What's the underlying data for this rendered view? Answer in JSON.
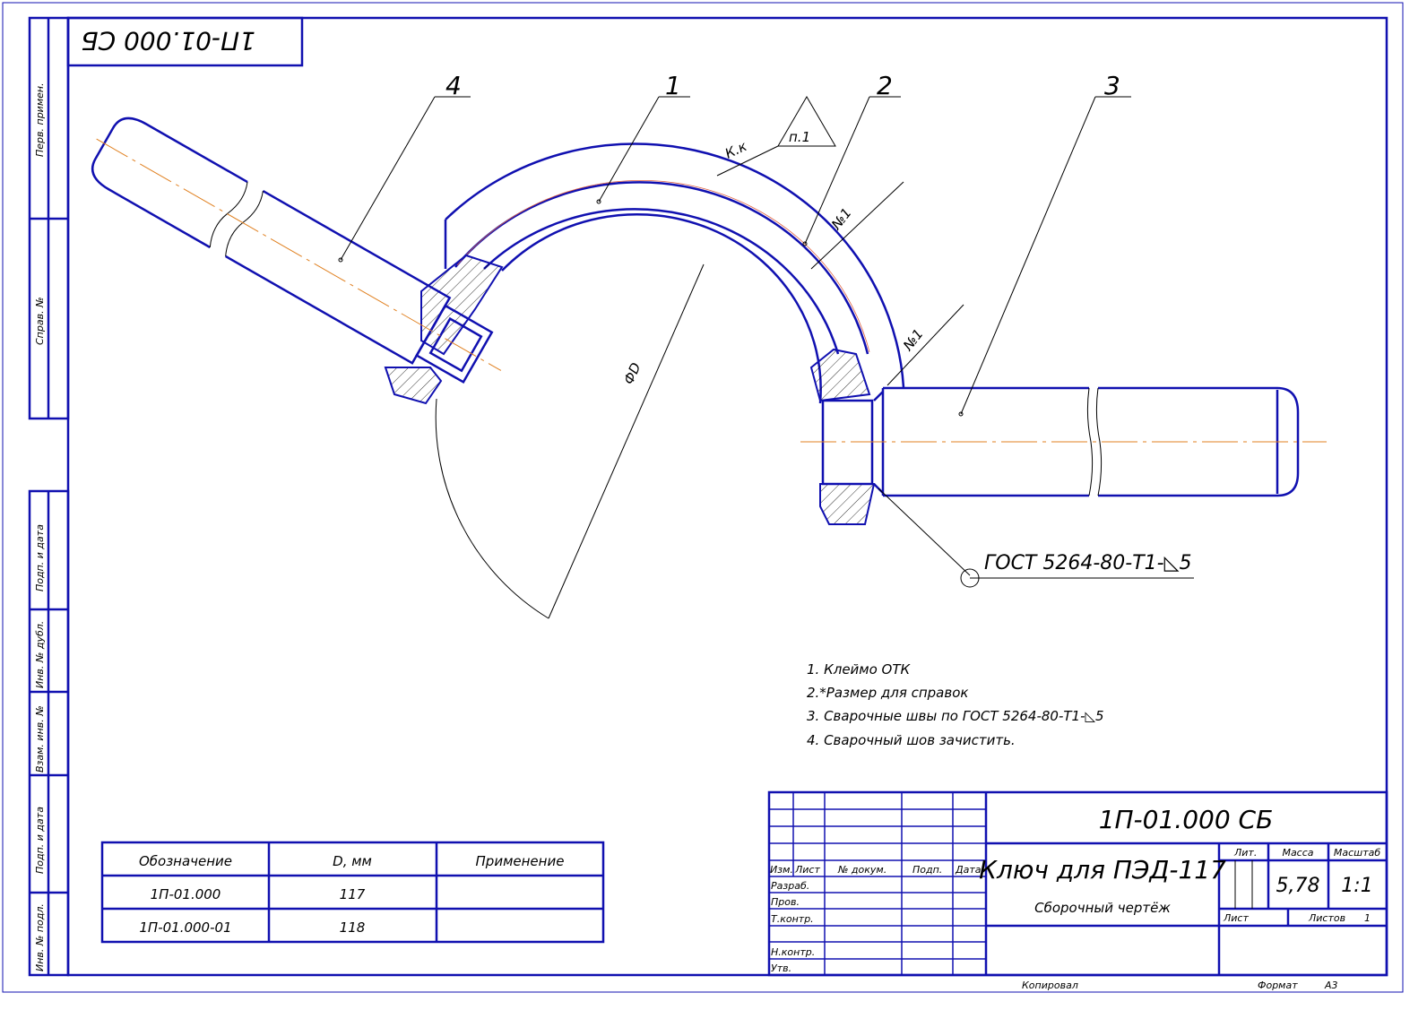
{
  "side_strip": {
    "upper": [
      "Перв. примен.",
      "Справ. №"
    ],
    "lower": [
      "Подп. и дата",
      "Инв. № дубл.",
      "Взам. инв. №",
      "Подп. и дата",
      "Инв. № подл."
    ]
  },
  "corner_designation": "1П-01.000 СБ",
  "callouts": {
    "part1": "1",
    "part2": "2",
    "part3": "3",
    "part4": "4",
    "stamp_mark": "К.к",
    "stamp_ref": "п.1",
    "weld1_top": "№1",
    "weld1_right": "№1",
    "diameter": "ФD",
    "weld_standard": "ГОСТ 5264-80-Т1-◺5"
  },
  "notes": [
    "1. Клеймо ОТК",
    "2.*Размер для справок",
    "3. Сварочные швы по ГОСТ 5264-80-Т1-◺5",
    "4. Сварочный шов зачистить."
  ],
  "variants_table": {
    "headers": [
      "Обозначение",
      "D, мм",
      "Применение"
    ],
    "rows": [
      [
        "1П-01.000",
        "117",
        ""
      ],
      [
        "1П-01.000-01",
        "118",
        ""
      ]
    ]
  },
  "title_block": {
    "designation": "1П-01.000 СБ",
    "name": "Ключ для ПЭД-117",
    "doc_type": "Сборочный чертёж",
    "col_headers": [
      "Изм.",
      "Лист",
      "№ докум.",
      "Подп.",
      "Дата"
    ],
    "roles": [
      "Разраб.",
      "Пров.",
      "Т.контр.",
      "",
      "Н.контр.",
      "Утв."
    ],
    "lit_label": "Лит.",
    "mass_label": "Масса",
    "scale_label": "Масштаб",
    "mass": "5,78",
    "scale": "1:1",
    "sheet_label": "Лист",
    "sheets_label": "Листов",
    "sheets": "1",
    "copied": "Копировал",
    "format_label": "Формат",
    "format": "А3"
  },
  "colors": {
    "frame": "#1010b0",
    "axis": "#e08020"
  }
}
